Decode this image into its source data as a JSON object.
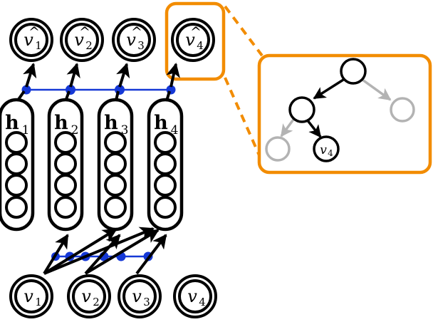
{
  "colors": {
    "ink": "#000000",
    "accent": "#f28c00",
    "connector": "#1538d6",
    "muted": "#b3b3b3",
    "background": "#ffffff"
  },
  "outputs": [
    {
      "var": "v",
      "sub": "1",
      "hat": "^"
    },
    {
      "var": "v",
      "sub": "2",
      "hat": "^"
    },
    {
      "var": "v",
      "sub": "3",
      "hat": "^"
    },
    {
      "var": "v",
      "sub": "4",
      "hat": "^"
    }
  ],
  "hidden": [
    {
      "var": "h",
      "sub": "1"
    },
    {
      "var": "h",
      "sub": "2"
    },
    {
      "var": "h",
      "sub": "3"
    },
    {
      "var": "h",
      "sub": "4"
    }
  ],
  "inputs": [
    {
      "var": "v",
      "sub": "1"
    },
    {
      "var": "v",
      "sub": "2"
    },
    {
      "var": "v",
      "sub": "3"
    },
    {
      "var": "v",
      "sub": "4"
    }
  ],
  "zoom": {
    "highlighted_output": 4,
    "leaf_label": {
      "var": "v",
      "sub": "4"
    }
  }
}
